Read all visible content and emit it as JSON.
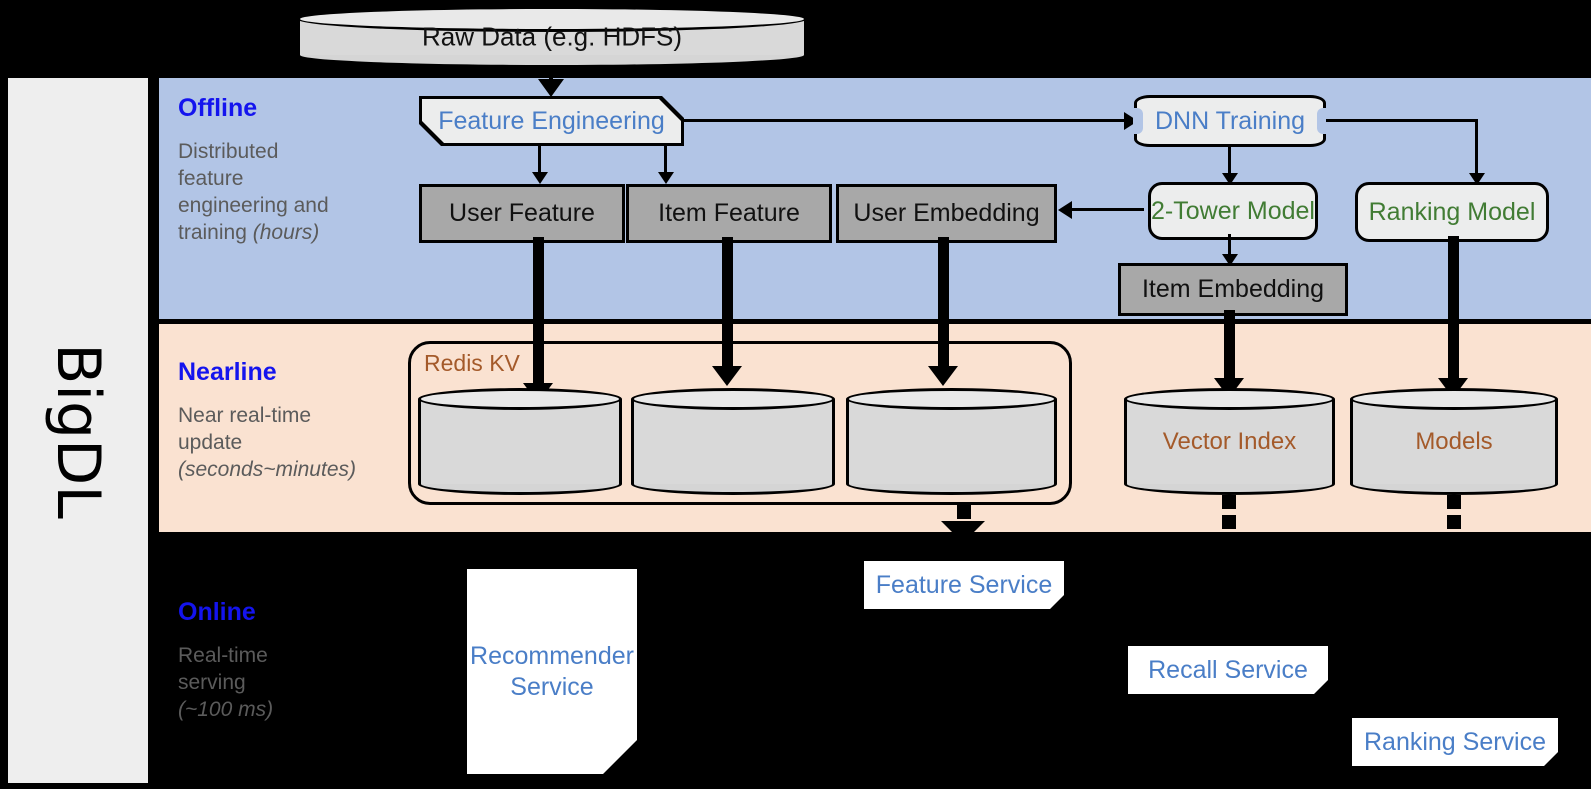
{
  "framework": {
    "name": "BigDL"
  },
  "colors": {
    "offline_band": "#b2c5e6",
    "nearline_band": "#fae2d1",
    "online_band": "#000000",
    "band_title": "#1414ee",
    "band_sub": "#5b5b5b",
    "blue_text": "#4a7ec7",
    "green_text": "#417c34",
    "redis_label": "#a45a2a",
    "store_label": "#a45a2a",
    "grey_box": "#a8a8a8",
    "proc_box": "#eceded",
    "rail_bg": "#eeeeee"
  },
  "source": {
    "label": "Raw Data (e.g. HDFS)"
  },
  "bands": [
    {
      "id": "offline",
      "title": "Offline",
      "subtitle_lines": [
        "Distributed",
        "feature",
        "engineering and",
        "training "
      ],
      "subtitle_em": "(hours)"
    },
    {
      "id": "nearline",
      "title": "Nearline",
      "subtitle_lines": [
        "Near real-time",
        "update "
      ],
      "subtitle_em": "(seconds~minutes)"
    },
    {
      "id": "online",
      "title": "Online",
      "subtitle_lines": [
        "Real-time",
        "serving "
      ],
      "subtitle_em": "(~100 ms)"
    }
  ],
  "offline": {
    "feature_engineering": "Feature Engineering",
    "dnn_training": "DNN Training",
    "user_feature": "User Feature",
    "item_feature": "Item Feature",
    "user_embedding": "User Embedding",
    "two_tower_model": "2-Tower Model",
    "ranking_model": "Ranking Model",
    "item_embedding": "Item Embedding"
  },
  "nearline": {
    "redis_kv": "Redis KV",
    "kv_stores": [
      "",
      "",
      ""
    ],
    "vector_index": "Vector Index",
    "models": "Models"
  },
  "online": {
    "recommender_service": "Recommender Service",
    "recommender_service_line1": "Recommender",
    "recommender_service_line2": "Service",
    "feature_service": "Feature Service",
    "recall_service": "Recall Service",
    "ranking_service": "Ranking Service"
  }
}
